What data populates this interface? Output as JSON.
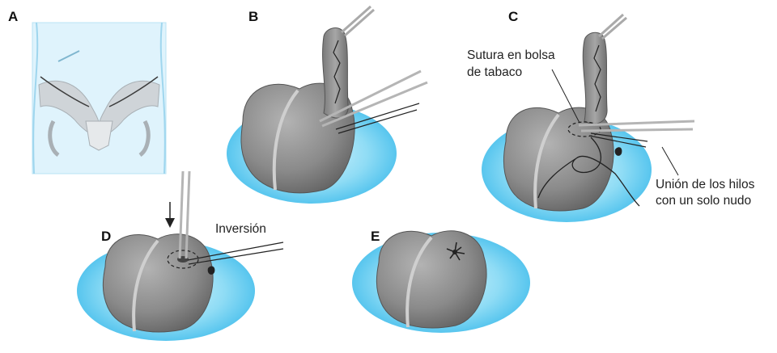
{
  "panels": {
    "a": {
      "letter": "A"
    },
    "b": {
      "letter": "B"
    },
    "c": {
      "letter": "C"
    },
    "d": {
      "letter": "D"
    },
    "e": {
      "letter": "E"
    }
  },
  "annotations": {
    "purse_string_line1": "Sutura en bolsa",
    "purse_string_line2": "de tabaco",
    "knot_line1": "Unión de los hilos",
    "knot_line2": "con un solo nudo",
    "inversion": "Inversión"
  },
  "colors": {
    "drape_blue": "#5cc9f0",
    "drape_light": "#a9e6fa",
    "cecum_gray": "#8f8f8f",
    "cecum_dark": "#5e5e5e",
    "pelvis_bg": "#d8f0fb",
    "instrument": "#bfbfbf"
  }
}
